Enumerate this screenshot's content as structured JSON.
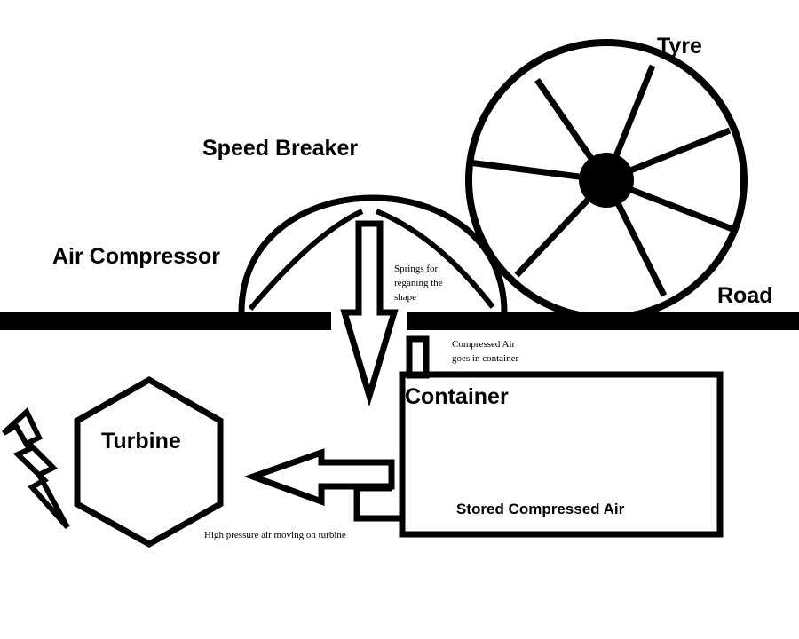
{
  "labels": {
    "tyre": "Tyre",
    "speed_breaker": "Speed Breaker",
    "air_compressor": "Air Compressor",
    "road": "Road",
    "springs_line1": "Springs for",
    "springs_line2": "reganing the",
    "springs_line3": "shape",
    "compressed_air_line1": "Compressed Air",
    "compressed_air_line2": "goes in container",
    "container": "Container",
    "turbine": "Turbine",
    "stored_air": "Stored Compressed Air",
    "high_pressure_air": "High pressure air moving on turbine"
  },
  "colors": {
    "ink": "#000000",
    "background": "#ffffff"
  }
}
